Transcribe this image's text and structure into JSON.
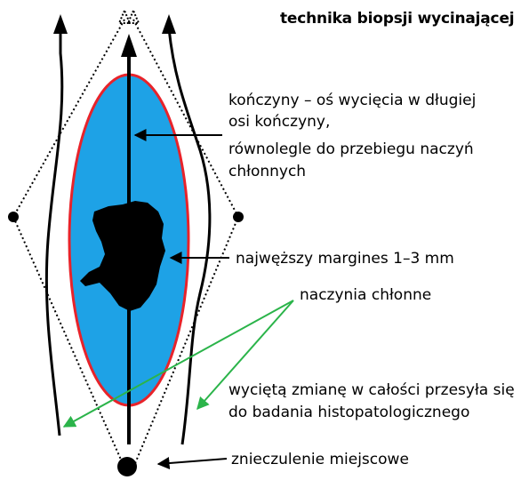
{
  "title": "technika biopsji wycinającej",
  "labels": {
    "axis_line1": "kończyny – oś wycięcia w długiej",
    "axis_line2": "osi kończyny,",
    "axis_line3": "równolegle do przebiegu naczyń",
    "axis_line4": "chłonnych",
    "margin": "najwęższy margines 1–3 mm",
    "lymph": "naczynia chłonne",
    "histo_line1": "wyciętą zmianę w całości przesyła się",
    "histo_line2": "do badania histopatologicznego",
    "anesthesia": "znieczulenie miejscowe"
  },
  "colors": {
    "ellipse_fill": "#1ea2e6",
    "ellipse_stroke": "#e8232a",
    "lymph_arrow": "#2bb44a",
    "ink": "#000000"
  }
}
